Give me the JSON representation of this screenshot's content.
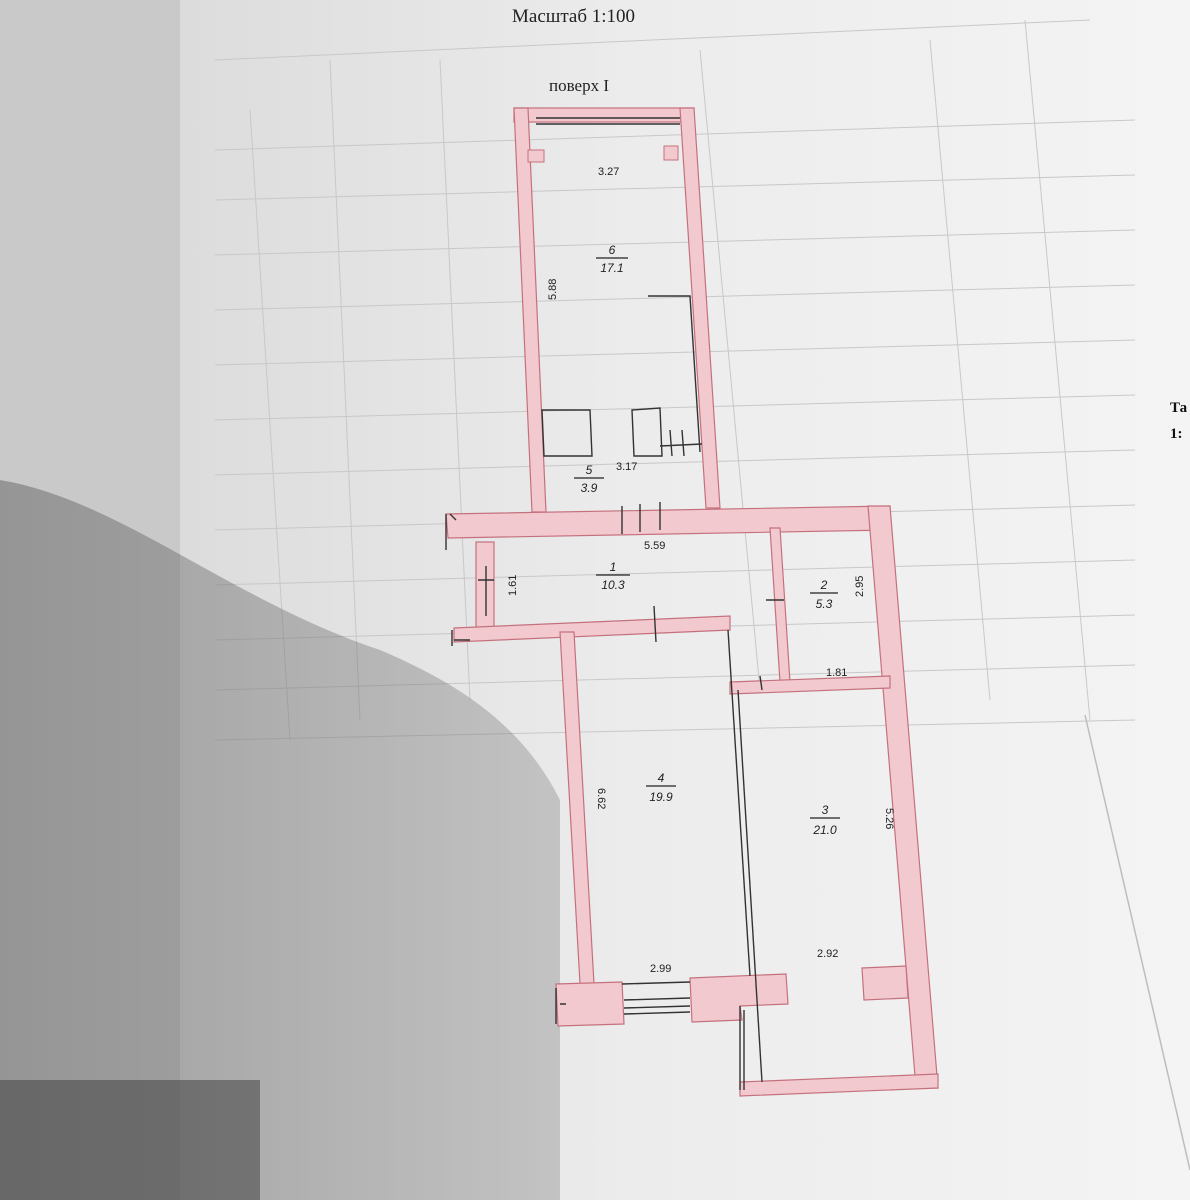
{
  "header": {
    "scale_label": "Масштаб 1:100",
    "floor_label": "поверх I"
  },
  "edge_fragments": {
    "top": "Та",
    "bottom": "1:"
  },
  "rooms": [
    {
      "number": "6",
      "area": "17.1"
    },
    {
      "number": "5",
      "area": "3.9"
    },
    {
      "number": "1",
      "area": "10.3"
    },
    {
      "number": "2",
      "area": "5.3"
    },
    {
      "number": "4",
      "area": "19.9"
    },
    {
      "number": "3",
      "area": "21.0"
    }
  ],
  "dimensions": [
    "3.27",
    "5.88",
    "3.17",
    "5.59",
    "1.61",
    "2.95",
    "1.81",
    "6.62",
    "5.26",
    "2.99",
    "2.92"
  ],
  "colors": {
    "wall_fill": "#f1c9cf",
    "wall_stroke": "#c5717d",
    "line": "#333333",
    "paper": "#eeeeee"
  }
}
